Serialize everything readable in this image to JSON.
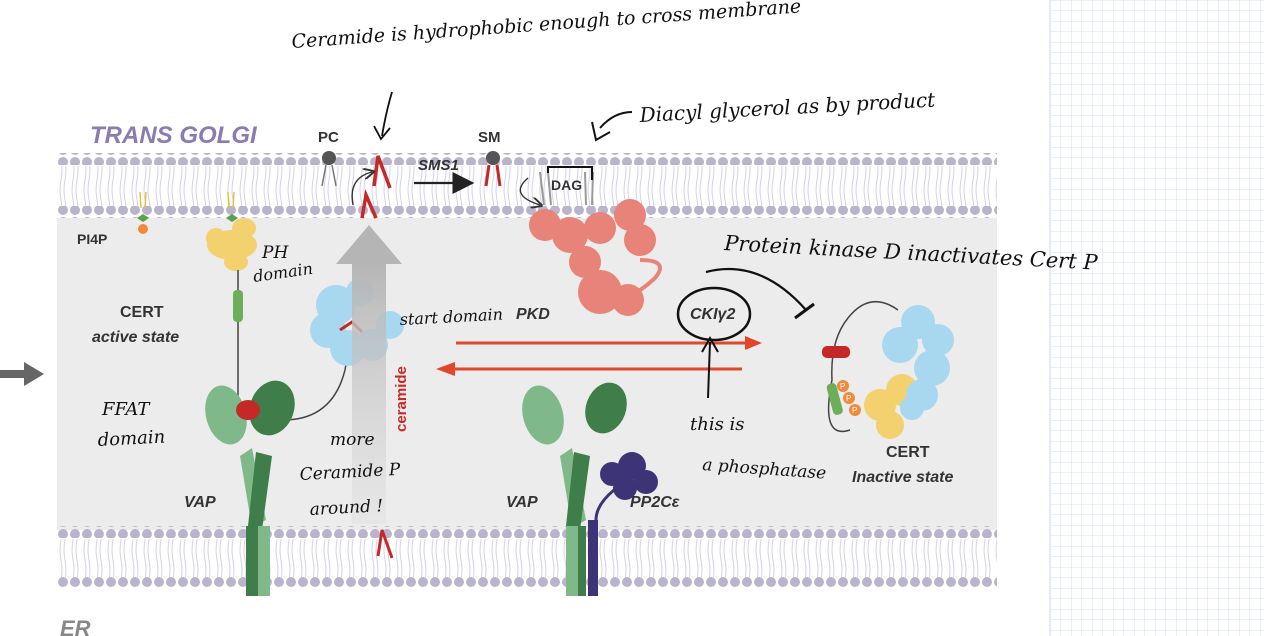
{
  "labels": {
    "trans_golgi": "TRANS GOLGI",
    "pc": "PC",
    "sm": "SM",
    "sms1": "SMS1",
    "dag": "DAG",
    "pi4p": "PI4P",
    "cert_active_line1": "CERT",
    "cert_active_line2": "active state",
    "pkd": "PKD",
    "ckig2": "CKIγ2",
    "ceramide": "ceramide",
    "vap_left": "VAP",
    "vap_right": "VAP",
    "pp2c": "PP2Cε",
    "cert_inactive_line1": "CERT",
    "cert_inactive_line2": "Inactive state",
    "er": "ER",
    "phospho": "P"
  },
  "handwriting": {
    "ceramide_line1": "Ceramide is hydrophobic enough to cross membrane",
    "diacyl": "Diacyl glycerol as by product",
    "protein_kinase": "Protein kinase D inactivates Cert P",
    "ph_domain_line1": "PH",
    "ph_domain_line2": "domain",
    "start_domain": "start domain",
    "ffat_line1": "FFAT",
    "ffat_line2": "domain",
    "more_line1": "more",
    "more_line2": "Ceramide P",
    "more_line3": "around !",
    "this_is_line1": "this is",
    "this_is_line2": "a phosphatase"
  },
  "colors": {
    "cytosol": "#ececec",
    "membrane_bead": "#b9b3cc",
    "golgi_text": "#8a7bb0",
    "red_arrow": "#e2462b",
    "ceramide_red": "#c62828",
    "cert_blue": "#a8d8f0",
    "cert_yellow": "#f3d16e",
    "pkd_red": "#e8837a",
    "vap_light": "#7fb98a",
    "vap_dark": "#3f7d4a",
    "pp2c_purple": "#3d3477"
  }
}
